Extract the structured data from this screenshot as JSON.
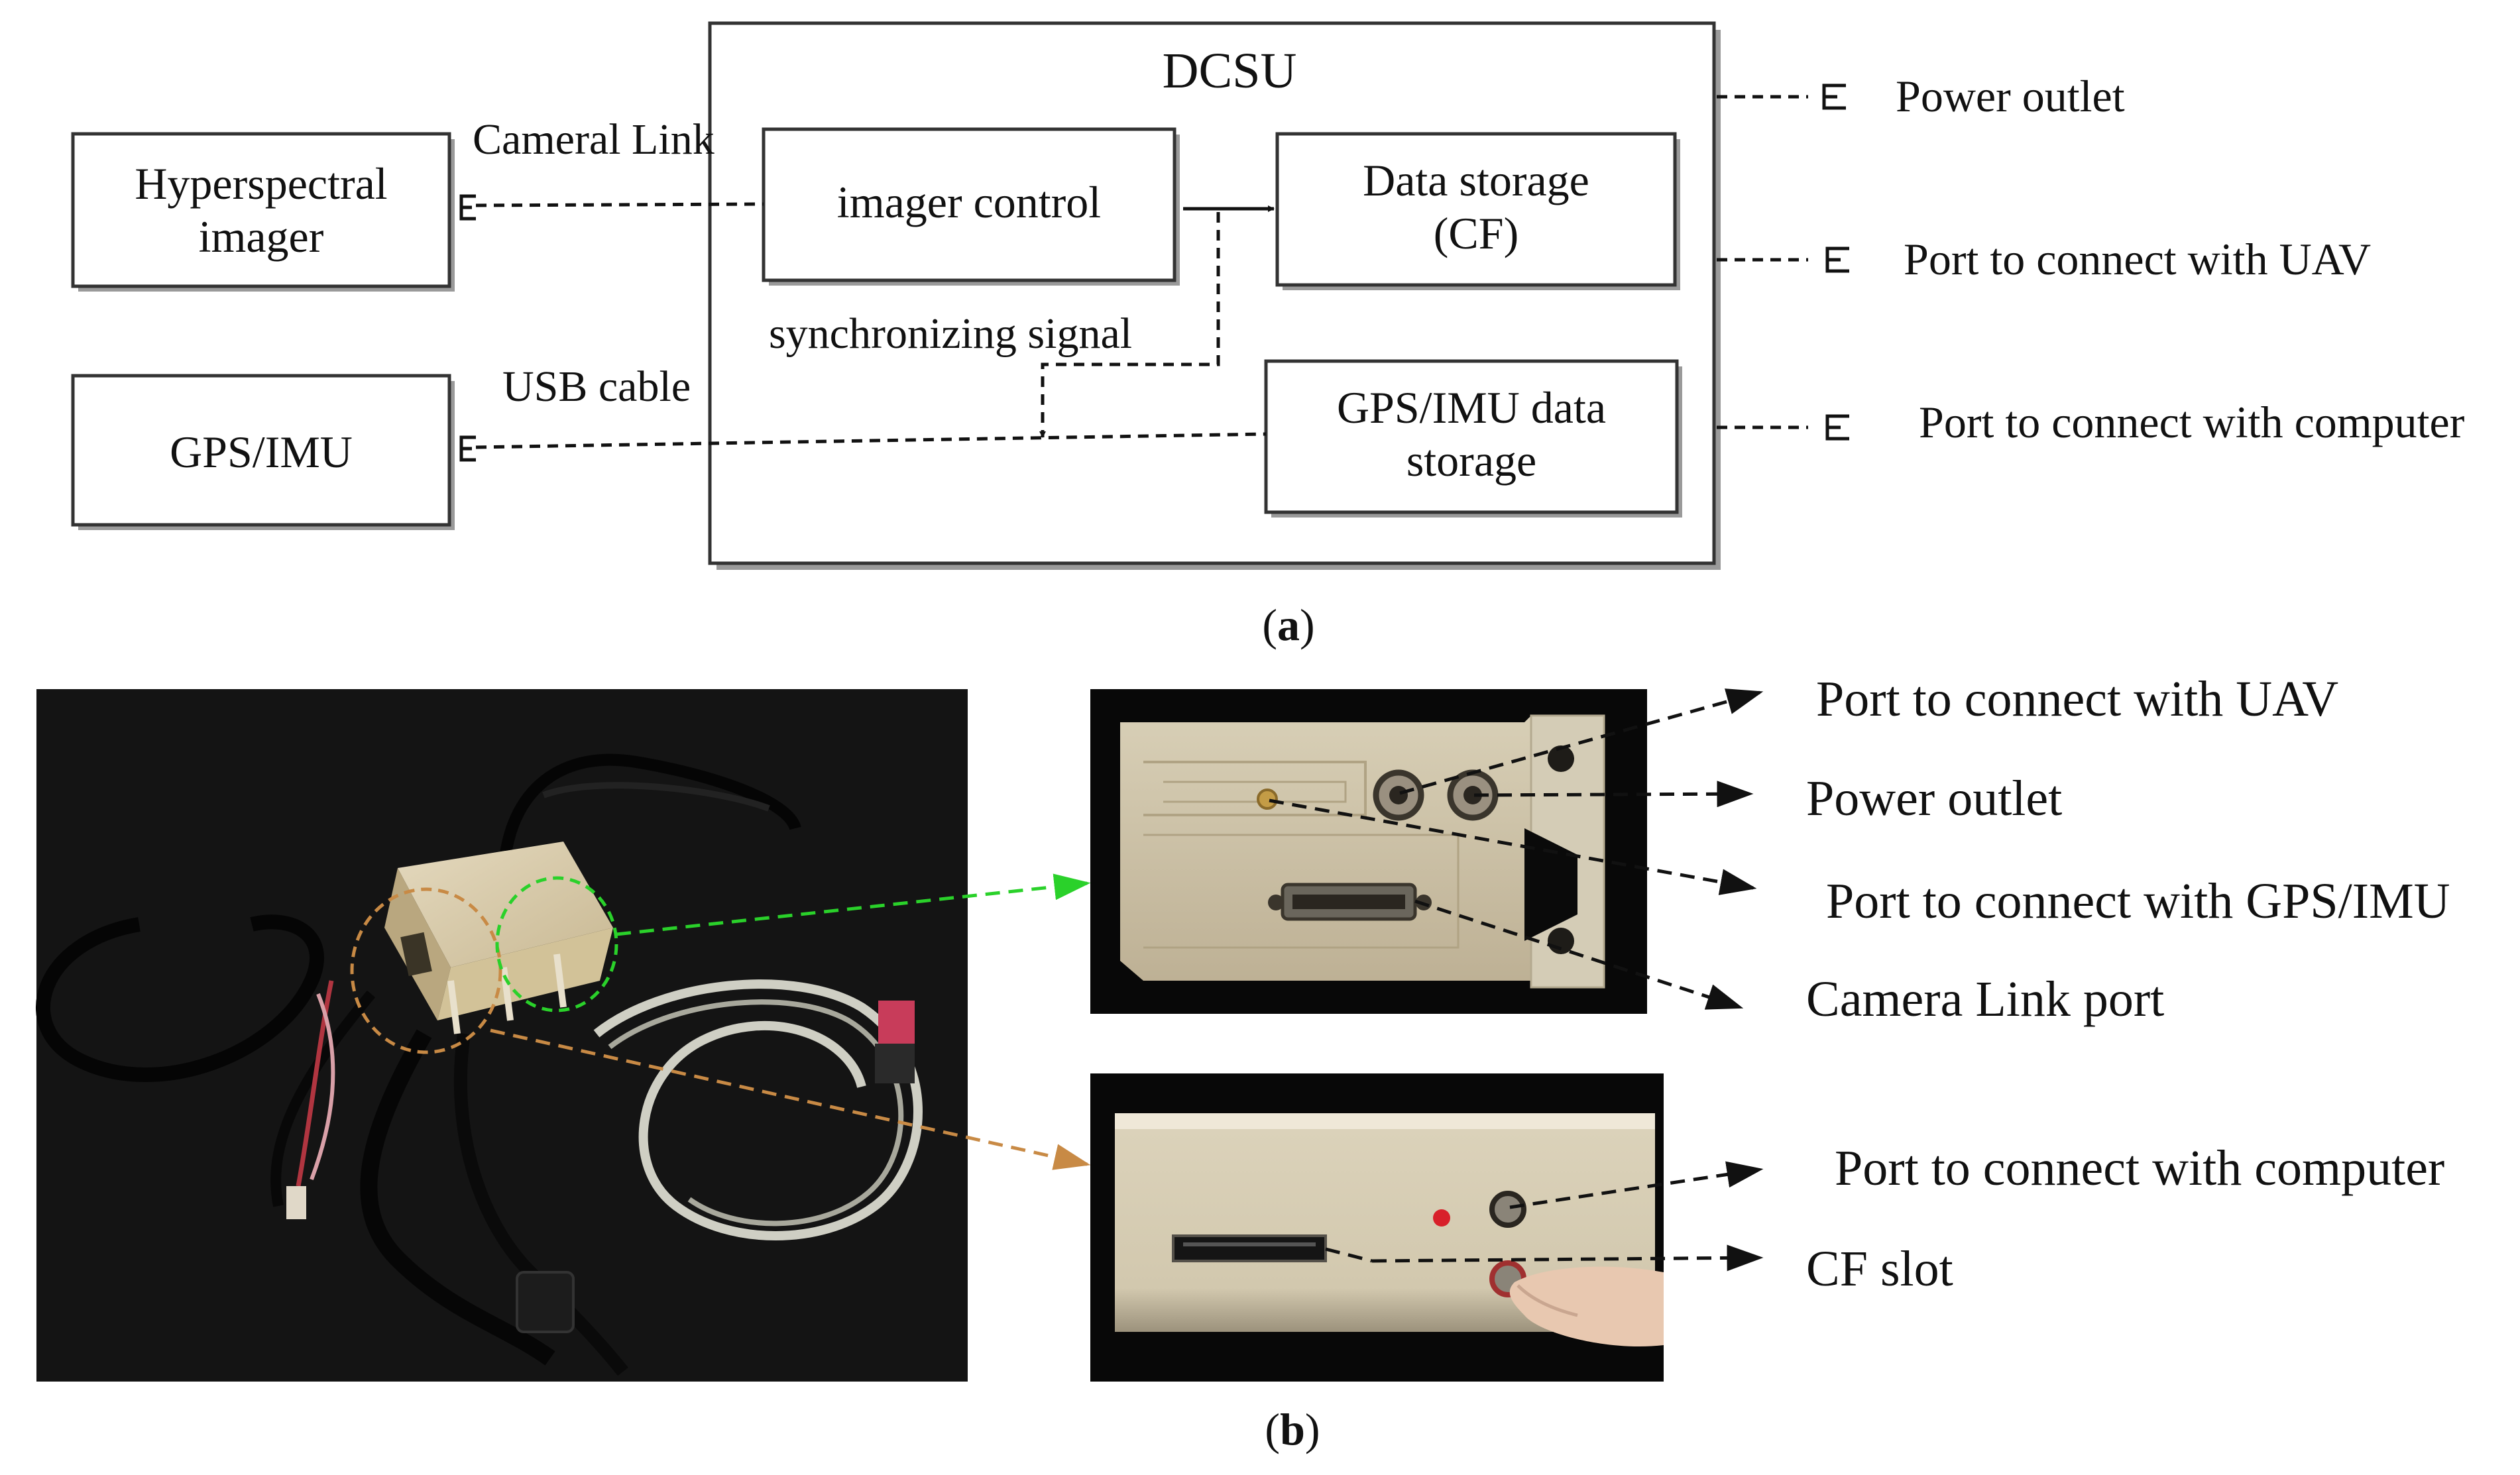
{
  "panel_a": {
    "dcsu_title": "DCSU",
    "hyperspectral_label_line1": "Hyperspectral",
    "hyperspectral_label_line2": "imager",
    "gps_imu_label": "GPS/IMU",
    "imager_control_label": "imager control",
    "data_storage_line1": "Data storage",
    "data_storage_line2": "(CF)",
    "gps_storage_line1": "GPS/IMU data",
    "gps_storage_line2": "storage",
    "camera_link_label": "Cameral Link",
    "usb_cable_label": "USB cable",
    "sync_signal_label": "synchronizing signal",
    "power_outlet_label": "Power outlet",
    "port_uav_label": "Port to connect with UAV",
    "port_computer_label": "Port to connect with computer",
    "caption_open": "(",
    "caption_letter": "a",
    "caption_close": ")"
  },
  "panel_b": {
    "callout_port_uav": "Port to connect with UAV",
    "callout_power_outlet": "Power outlet",
    "callout_port_gps": "Port to connect with GPS/IMU",
    "callout_camera_link": "Camera Link port",
    "callout_port_computer": "Port to connect with computer",
    "callout_cf_slot": "CF slot",
    "caption_open": "(",
    "caption_letter": "b",
    "caption_close": ")"
  },
  "colors": {
    "line": "#111111",
    "box_shadow": "#9a9a9a",
    "green_highlight": "#2ad12a",
    "orange_highlight": "#c88a45",
    "photo_background": "#141414",
    "device_body": "#d9cdb0"
  }
}
